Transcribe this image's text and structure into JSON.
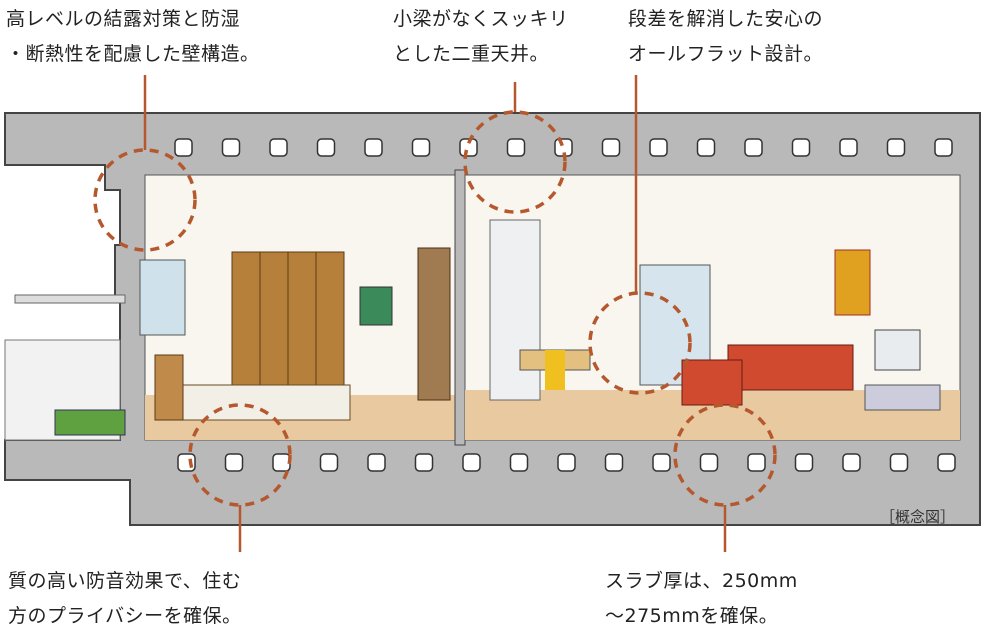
{
  "captions": {
    "wall": {
      "line1": "高レベルの結露対策と防湿",
      "line2": "・断熱性を配慮した壁構造。"
    },
    "ceiling": {
      "line1": "小梁がなくスッキリ",
      "line2": "とした二重天井。"
    },
    "floor_flat": {
      "line1": "段差を解消した安心の",
      "line2": "オールフラット設計。"
    },
    "soundproof": {
      "line1": "質の高い防音効果で、住む",
      "line2": "方のプライバシーを確保。"
    },
    "slab": {
      "line1": "スラブ厚は、250mm",
      "line2": "～275mmを確保。"
    }
  },
  "note": "［概念図］",
  "colors": {
    "concrete": "#b5b5b5",
    "dashed_circle": "#b5582e",
    "leader_line": "#b5582e",
    "floor": "#e8c9a0",
    "wall": "#f7f5ef"
  }
}
